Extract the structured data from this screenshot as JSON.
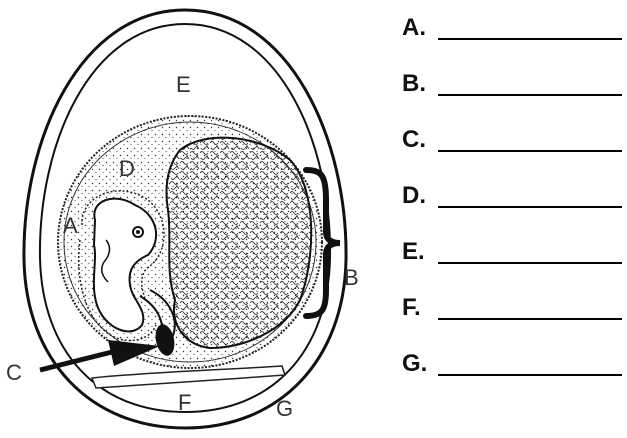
{
  "diagram_labels": {
    "a": "A",
    "b": "B",
    "c": "C",
    "d": "D",
    "e": "E",
    "f": "F",
    "g": "G"
  },
  "answers": [
    {
      "letter": "A."
    },
    {
      "letter": "B."
    },
    {
      "letter": "C."
    },
    {
      "letter": "D."
    },
    {
      "letter": "E."
    },
    {
      "letter": "F."
    },
    {
      "letter": "G."
    }
  ]
}
